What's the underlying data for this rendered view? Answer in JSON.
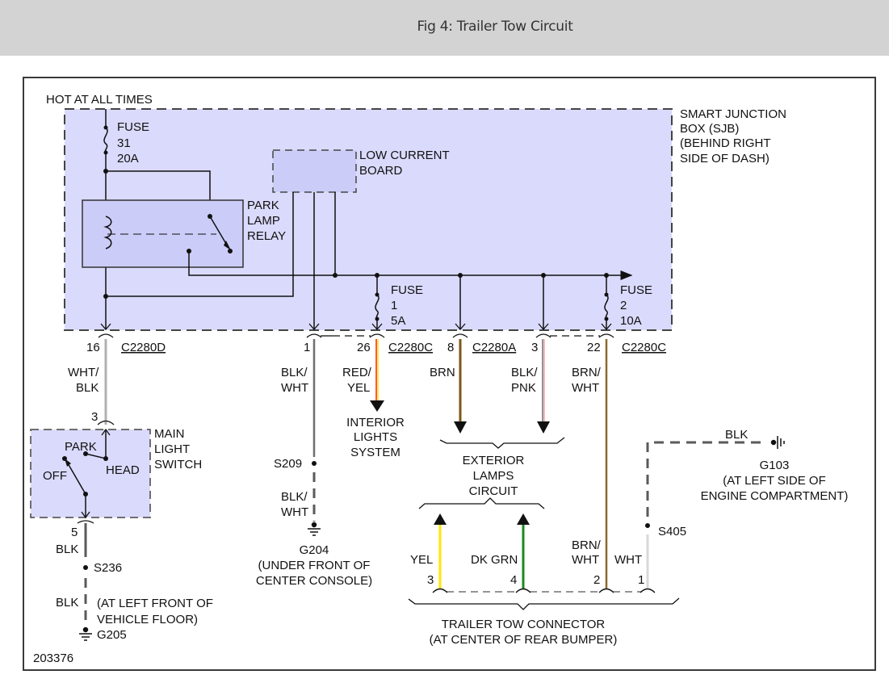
{
  "header": {
    "title": "Fig 4: Trailer Tow Circuit"
  },
  "diagram": {
    "power_source": "HOT AT ALL TIMES",
    "sjb": {
      "lines": [
        "SMART JUNCTION",
        "BOX (SJB)",
        "(BEHIND RIGHT",
        "SIDE OF DASH)"
      ]
    },
    "fuse31": {
      "lines": [
        "FUSE",
        "31",
        "20A"
      ]
    },
    "low_current_board": {
      "lines": [
        "LOW CURRENT",
        "BOARD"
      ]
    },
    "park_lamp_relay": {
      "lines": [
        "PARK",
        "LAMP",
        "RELAY"
      ]
    },
    "fuse1": {
      "lines": [
        "FUSE",
        "1",
        "5A"
      ]
    },
    "fuse2": {
      "lines": [
        "FUSE",
        "2",
        "10A"
      ]
    },
    "connectors": {
      "c2280d": "C2280D",
      "c2280c_a": "C2280C",
      "c2280a": "C2280A",
      "c2280c_b": "C2280C"
    },
    "pins": {
      "p16": "16",
      "p1": "1",
      "p26": "26",
      "p8": "8",
      "p3": "3",
      "p22": "22",
      "mls3": "3",
      "mls5": "5",
      "t3": "3",
      "t4": "4",
      "t2": "2",
      "t1": "1"
    },
    "wires": {
      "wht_blk": [
        "WHT/",
        "BLK"
      ],
      "blk_wht": [
        "BLK/",
        "WHT"
      ],
      "red_yel": [
        "RED/",
        "YEL"
      ],
      "brn": "BRN",
      "blk_pnk": [
        "BLK/",
        "PNK"
      ],
      "brn_wht": [
        "BRN/",
        "WHT"
      ],
      "blk_mls": "BLK",
      "blk_g205": "BLK",
      "blk_wht_g204": [
        "BLK/",
        "WHT"
      ],
      "yel": "YEL",
      "dk_grn": "DK GRN",
      "brn_wht_t": [
        "BRN/",
        "WHT"
      ],
      "wht": "WHT",
      "blk_g103": "BLK"
    },
    "wire_colors": {
      "wht_blk": "#b0b0b0",
      "blk_wht": "#6e6e6e",
      "red": "#ff1a1a",
      "yel": "#ffe600",
      "brn": "#7a5a14",
      "blk_pnk_dark": "#6e6e6e",
      "pnk": "#f5a0a8",
      "brn_wht": "#8b6a2a",
      "dk_grn": "#1d8a1d",
      "wht": "#d9d9d9",
      "blk": "#5a5a5a"
    },
    "main_light_switch": {
      "lines": [
        "MAIN",
        "LIGHT",
        "SWITCH"
      ],
      "park": "PARK",
      "head": "HEAD",
      "off": "OFF"
    },
    "interior_lights": {
      "lines": [
        "INTERIOR",
        "LIGHTS",
        "SYSTEM"
      ]
    },
    "exterior_lamps": {
      "lines": [
        "EXTERIOR",
        "LAMPS",
        "CIRCUIT"
      ]
    },
    "splices": {
      "s209": "S209",
      "s236": "S236",
      "s405": "S405"
    },
    "grounds": {
      "g204": {
        "lines": [
          "G204",
          "(UNDER FRONT OF",
          "CENTER CONSOLE)"
        ]
      },
      "g205": {
        "label": "G205",
        "location": [
          "(AT LEFT FRONT OF",
          "VEHICLE FLOOR)"
        ]
      },
      "g103": {
        "lines": [
          "G103",
          "(AT LEFT SIDE OF",
          "ENGINE COMPARTMENT)"
        ]
      }
    },
    "trailer_connector": {
      "lines": [
        "TRAILER TOW CONNECTOR",
        "(AT CENTER OF REAR BUMPER)"
      ]
    },
    "figure_id": "203376",
    "fills": {
      "sjb": "#dadafc",
      "component": "#ccccf8"
    }
  }
}
